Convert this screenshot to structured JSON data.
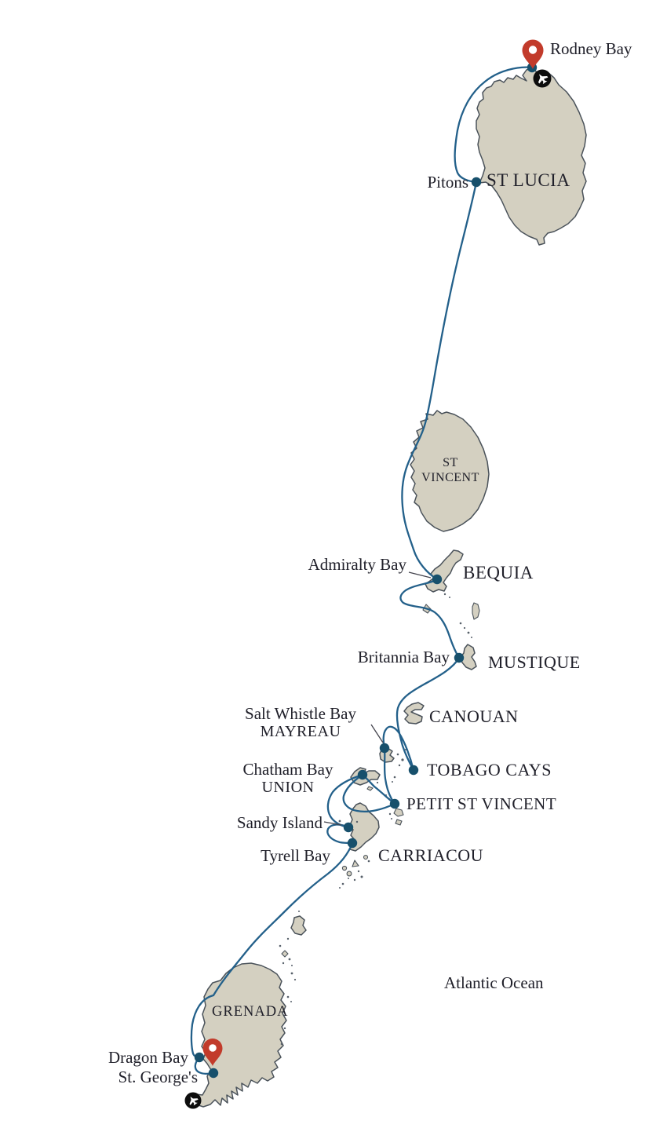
{
  "map": {
    "ocean_label": "Atlantic Ocean",
    "islands": {
      "st_lucia": "ST LUCIA",
      "st_vincent_line1": "ST",
      "st_vincent_line2": "VINCENT",
      "bequia": "BEQUIA",
      "mustique": "MUSTIQUE",
      "canouan": "CANOUAN",
      "mayreau": "MAYREAU",
      "union": "UNION",
      "tobago_cays": "TOBAGO CAYS",
      "petit_st_vincent": "PETIT ST VINCENT",
      "carriacou": "CARRIACOU",
      "grenada": "GRENADA"
    },
    "ports": {
      "rodney_bay": "Rodney Bay",
      "pitons": "Pitons",
      "admiralty_bay": "Admiralty Bay",
      "britannia_bay": "Britannia Bay",
      "salt_whistle_bay": "Salt Whistle Bay",
      "chatham_bay": "Chatham Bay",
      "sandy_island": "Sandy Island",
      "tyrell_bay": "Tyrell Bay",
      "dragon_bay": "Dragon Bay",
      "st_georges": "St. George's"
    },
    "icons": {
      "start_marker": "map-pin",
      "end_marker": "map-pin",
      "airports": "airplane"
    },
    "colors": {
      "island_fill": "#d4d0c1",
      "island_outline": "#4a525a",
      "route": "#23608a",
      "port_dot": "#17506c",
      "pin": "#c23b2b",
      "text": "#20202a"
    }
  }
}
